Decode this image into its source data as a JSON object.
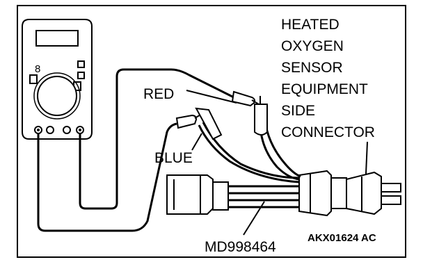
{
  "labels": {
    "red": "RED",
    "blue": "BLUE",
    "tool": "MD998464",
    "figure_code": "AKX01624 AC",
    "connector_lines": [
      "HEATED",
      "OXYGEN",
      "SENSOR",
      "EQUIPMENT",
      "SIDE",
      "CONNECTOR"
    ]
  },
  "icons": {
    "meter": "multimeter-icon",
    "harness": "test-harness-icon",
    "connector": "sensor-connector-icon"
  }
}
